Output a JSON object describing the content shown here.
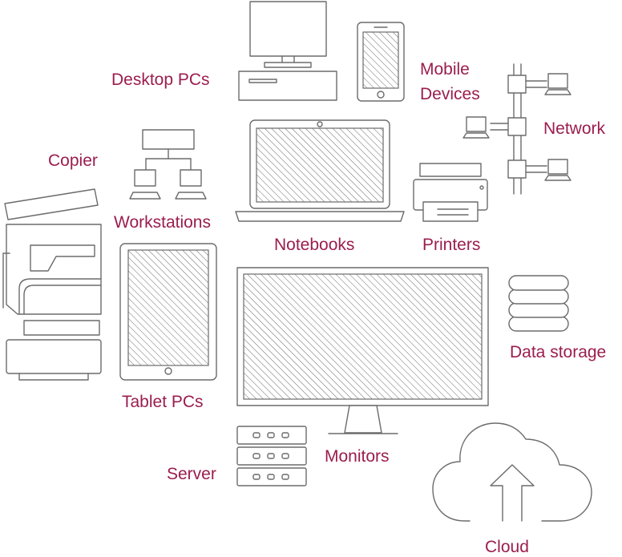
{
  "colors": {
    "label": "#9b1d4e",
    "line": "#6b6b6b"
  },
  "labels": {
    "desktop_pcs": "Desktop PCs",
    "mobile_devices": [
      "Mobile",
      "Devices"
    ],
    "network": "Network",
    "copier": "Copier",
    "workstations": "Workstations",
    "notebooks": "Notebooks",
    "printers": "Printers",
    "data_storage": "Data storage",
    "tablet_pcs": "Tablet PCs",
    "monitors": "Monitors",
    "server": "Server",
    "cloud": "Cloud"
  },
  "icons": [
    "desktop-pc-icon",
    "mobile-phone-icon",
    "network-icon",
    "copier-icon",
    "workstations-icon",
    "notebook-icon",
    "printer-icon",
    "data-storage-icon",
    "tablet-icon",
    "monitor-icon",
    "server-icon",
    "cloud-upload-icon"
  ]
}
